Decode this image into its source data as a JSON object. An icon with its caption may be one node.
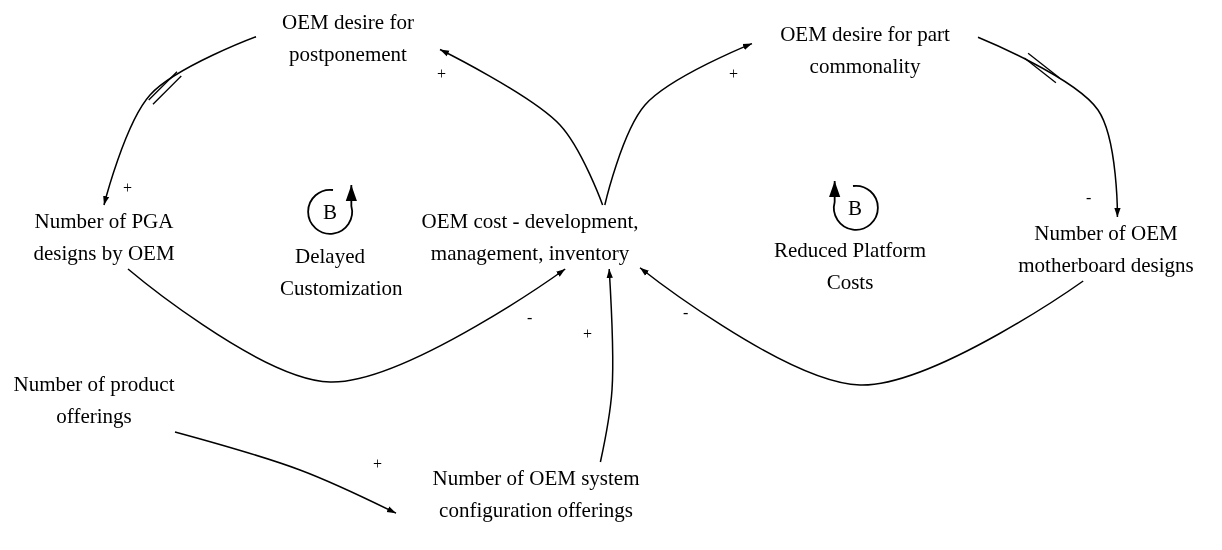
{
  "diagram": {
    "nodes": [
      {
        "text": [
          "OEM desire for postponement"
        ]
      },
      {
        "text": [
          "OEM desire for part commonality"
        ]
      },
      {
        "text": [
          "Number of PGA designs by OEM"
        ]
      },
      {
        "text": [
          "OEM cost - development, management, inventory"
        ]
      },
      {
        "text": [
          "Number of OEM motherboard designs"
        ]
      },
      {
        "text": [
          "Number of product offerings"
        ]
      },
      {
        "text": [
          "Number of OEM system configuration offerings"
        ]
      }
    ],
    "edges": [
      {
        "from": 3,
        "to": 0,
        "arrow": "to",
        "label": "+"
      },
      {
        "from": 0,
        "to": 2,
        "arrow": "to",
        "label": "+"
      },
      {
        "from": 2,
        "to": 3,
        "arrow": "to",
        "label": "-"
      },
      {
        "from": 3,
        "to": 1,
        "arrow": "to",
        "label": "+"
      },
      {
        "from": 1,
        "to": 4,
        "arrow": "to",
        "label": "-"
      },
      {
        "from": 4,
        "to": 3,
        "arrow": "to",
        "label": "-"
      },
      {
        "from": 6,
        "to": 3,
        "arrow": "to",
        "label": "+"
      },
      {
        "from": 5,
        "to": 6,
        "arrow": "to",
        "label": "+"
      }
    ],
    "labels": [
      "B",
      "Delayed Customization",
      "B",
      "Reduced Platform Costs"
    ]
  }
}
